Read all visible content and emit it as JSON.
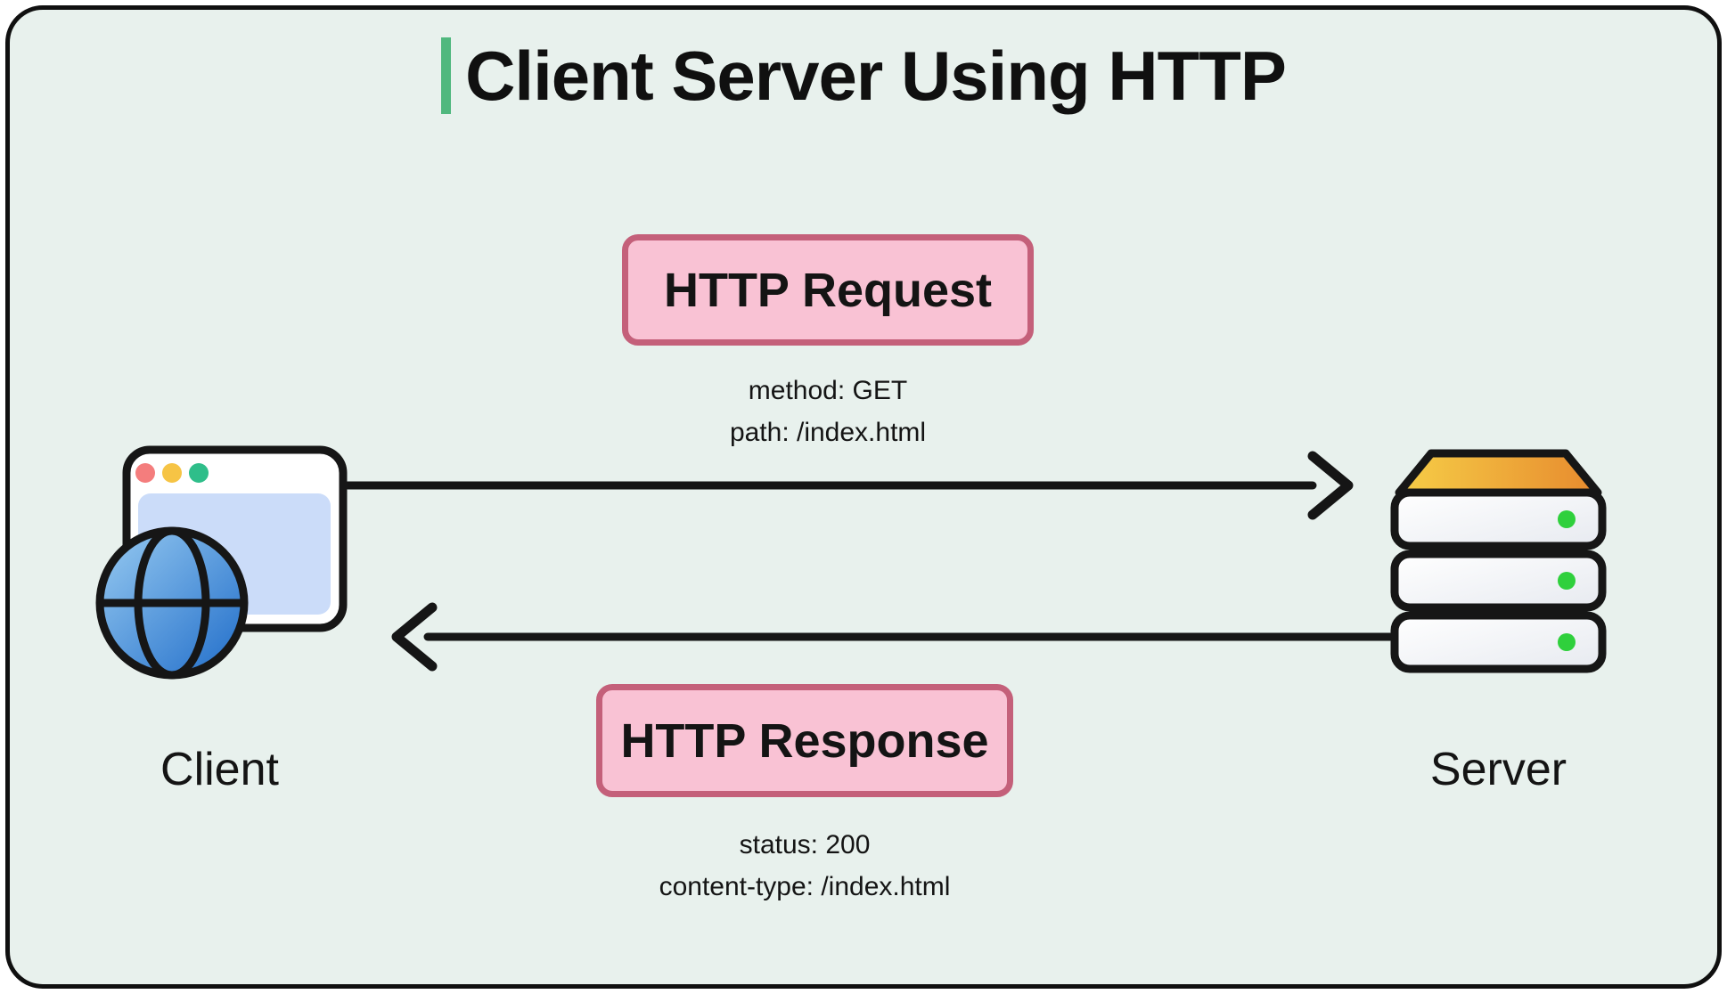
{
  "title": {
    "text": "Client Server Using HTTP"
  },
  "request": {
    "label": "HTTP Request",
    "details": [
      "method: GET",
      "path: /index.html"
    ]
  },
  "response": {
    "label": "HTTP Response",
    "details": [
      "status: 200",
      "content-type: /index.html"
    ]
  },
  "nodes": {
    "client": {
      "label": "Client"
    },
    "server": {
      "label": "Server"
    }
  },
  "icons": {
    "client": "browser-globe-icon",
    "server": "server-stack-icon"
  },
  "colors": {
    "canvas_background": "#e8f1ed",
    "frame_border": "#101010",
    "accent_green": "#50b87e",
    "pill_fill": "#f9c2d4",
    "pill_border": "#c4607a",
    "text": "#141414",
    "arrow": "#151515",
    "globe_blue_light": "#98cbf1",
    "globe_blue_dark": "#1f6cc9",
    "browser_content": "#cbdcf9",
    "dot_red": "#f47d7d",
    "dot_yellow": "#f6c445",
    "dot_green": "#2fbe8a",
    "server_top_light": "#f6ce47",
    "server_top_dark": "#e78a2e",
    "server_segment_light": "#ffffff",
    "server_segment_dark": "#e7eaf0",
    "status_led_green": "#2fd03c"
  }
}
